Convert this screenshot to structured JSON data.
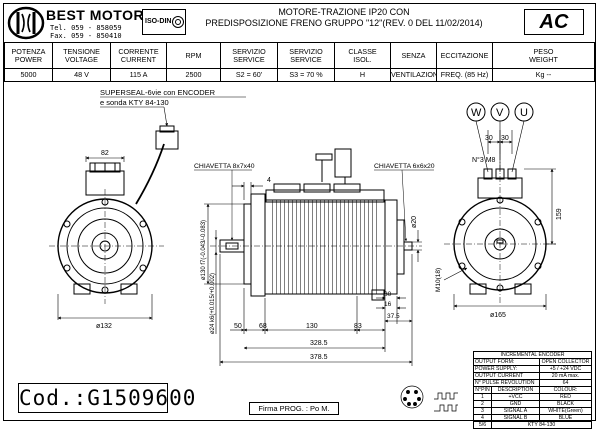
{
  "header": {
    "brand": "BEST MOTOR",
    "tel": "Tel. 059 - 858059",
    "fax": "Fax. 059 - 850410",
    "iso": "ISO-DIN",
    "title_line1": "MOTORE-TRAZIONE IP20 CON",
    "title_line2": "PREDISPOSIZIONE FRENO GRUPPO \"12\"(REV. 0 DEL 11/02/2014)",
    "badge": "AC"
  },
  "specs": {
    "headers": [
      "POTENZA\nPOWER",
      "TENSIONE\nVOLTAGE",
      "CORRENTE\nCURRENT",
      "RPM",
      "SERVIZIO\nSERVICE",
      "SERVIZIO\nSERVICE",
      "CLASSE\nISOL.",
      "SENZA",
      "ECCITAZIONE",
      "PESO\nWEIGHT"
    ],
    "values": [
      "5000",
      "48 V",
      "115 A",
      "2500",
      "S2 =  60'",
      "S3 = 70 %",
      "H",
      "VENTILAZIONE",
      "FREQ. (85 Hz)",
      "Kg --"
    ]
  },
  "drawing": {
    "connector_note_1": "SUPERSEAL-6vie con ENCODER",
    "connector_note_2": "e sonda KTY 84-130",
    "key_left": "CHIAVETTA 8x7x40",
    "key_right": "CHIAVETTA 6x6x20",
    "phases": [
      "W",
      "V",
      "U"
    ],
    "dims": {
      "d82": "82",
      "d132": "ø132",
      "d130": "ø130 f7(-0.043/-0.083)",
      "d24": "ø24 k6(+0.015/+0.002)",
      "d4": "4",
      "d20": "ø20",
      "d30": "30",
      "d16": "16",
      "d37": "37.5",
      "d50": "50",
      "d68": "68",
      "d130len": "130",
      "d83": "83",
      "d3285": "328.5",
      "d3785": "378.5",
      "nm8": "N°3 M8",
      "d30r": "30",
      "d30r2": "30",
      "d159": "159",
      "m10": "M10(18)",
      "d165": "ø165"
    }
  },
  "code": "Cod.:G1509600",
  "signature": "Firma PROG. : Po M.",
  "encoder": {
    "title": "INCREMENTAL ENCODER",
    "rows": [
      [
        "OUTPUT FORM:",
        "OPEN COLLECTOR"
      ],
      [
        "POWER SUPPLY:",
        "+5 / +24 VDC"
      ],
      [
        "OUTPUT CURRENT",
        "20 mA  max."
      ],
      [
        "N° PULSE REVOLUTION",
        "64"
      ]
    ],
    "pin_header": [
      "N°PIN",
      "DESCRIPTION",
      "COLOUR:"
    ],
    "pins": [
      [
        "1",
        "+VCC",
        "RED"
      ],
      [
        "2",
        "GND",
        "BLACK"
      ],
      [
        "3",
        "SIGNAL A",
        "WHITE(Green)"
      ],
      [
        "4",
        "SIGNAL B",
        "BLUE"
      ],
      [
        "5/6",
        "KTY 84-130",
        ""
      ]
    ]
  }
}
